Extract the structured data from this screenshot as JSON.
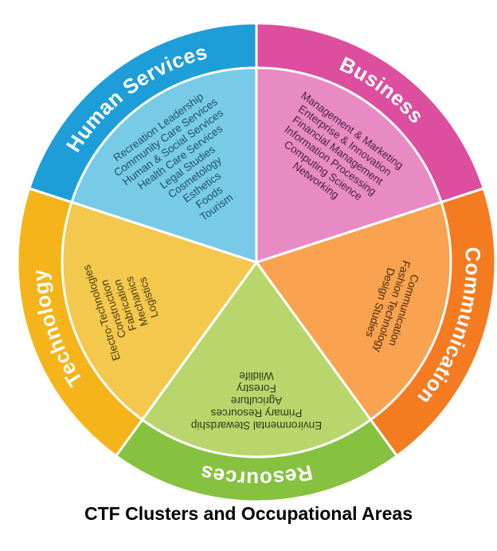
{
  "caption": "CTF Clusters and Occupational Areas",
  "clusters": [
    {
      "name": "Human Services",
      "outer_color": "#1E9ED8",
      "inner_color": "#78CBE6",
      "text_color": "#1F4E6B",
      "areas": [
        "Recreation Leadership",
        "Community Care Services",
        "Human & Social Services",
        "Health Care Services",
        "Legal Studies",
        "Cosmetology",
        "Esthetics",
        "Foods",
        "Tourism"
      ]
    },
    {
      "name": "Business",
      "outer_color": "#DD4E9E",
      "inner_color": "#E88AC4",
      "text_color": "#4A2040",
      "areas": [
        "Management & Marketing",
        "Enterprise & Innovation",
        "Financial Management",
        "Information Processing",
        "Computing Science",
        "Networking"
      ]
    },
    {
      "name": "Communication",
      "outer_color": "#F47B20",
      "inner_color": "#F9A24F",
      "text_color": "#4A2A10",
      "areas": [
        "Communication",
        "Fashion Technology",
        "Design Studies"
      ]
    },
    {
      "name": "Resources",
      "outer_color": "#86C23F",
      "inner_color": "#B8D66C",
      "text_color": "#2E3A1A",
      "areas": [
        "Environmental Stewardship",
        "Primary Resources",
        "Agriculture",
        "Forestry",
        "Wildlife"
      ]
    },
    {
      "name": "Technology",
      "outer_color": "#F4B41A",
      "inner_color": "#F3C84C",
      "text_color": "#4A3A10",
      "areas": [
        "Electro-Technologies",
        "Construction",
        "Fabrication",
        "Mechanics",
        "Logistics"
      ]
    }
  ]
}
